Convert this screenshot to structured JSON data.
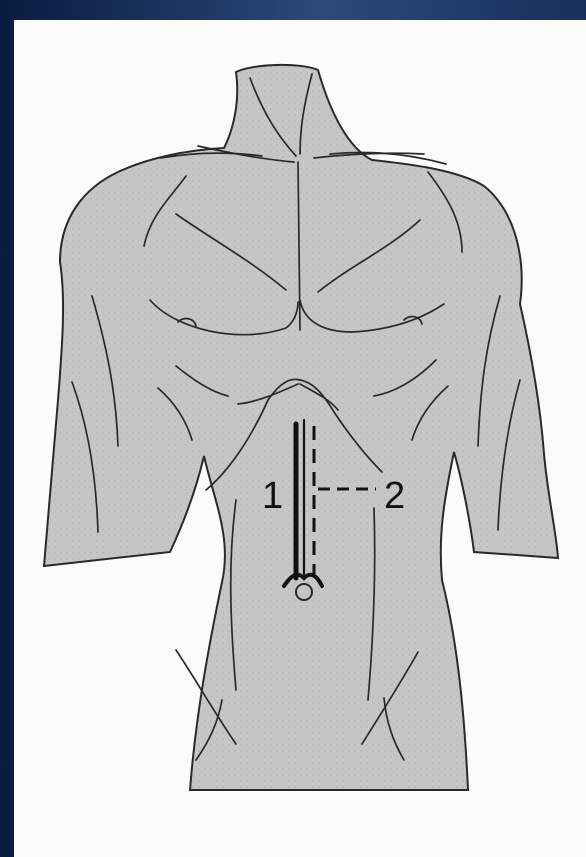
{
  "diagram": {
    "labels": [
      {
        "id": "incision-1",
        "text": "1"
      },
      {
        "id": "incision-2",
        "text": "2"
      }
    ],
    "colors": {
      "skin": "#c3c3bf",
      "outline": "#2a2a2a",
      "paper": "#fbfbf7",
      "background": "#1b2f57"
    }
  }
}
